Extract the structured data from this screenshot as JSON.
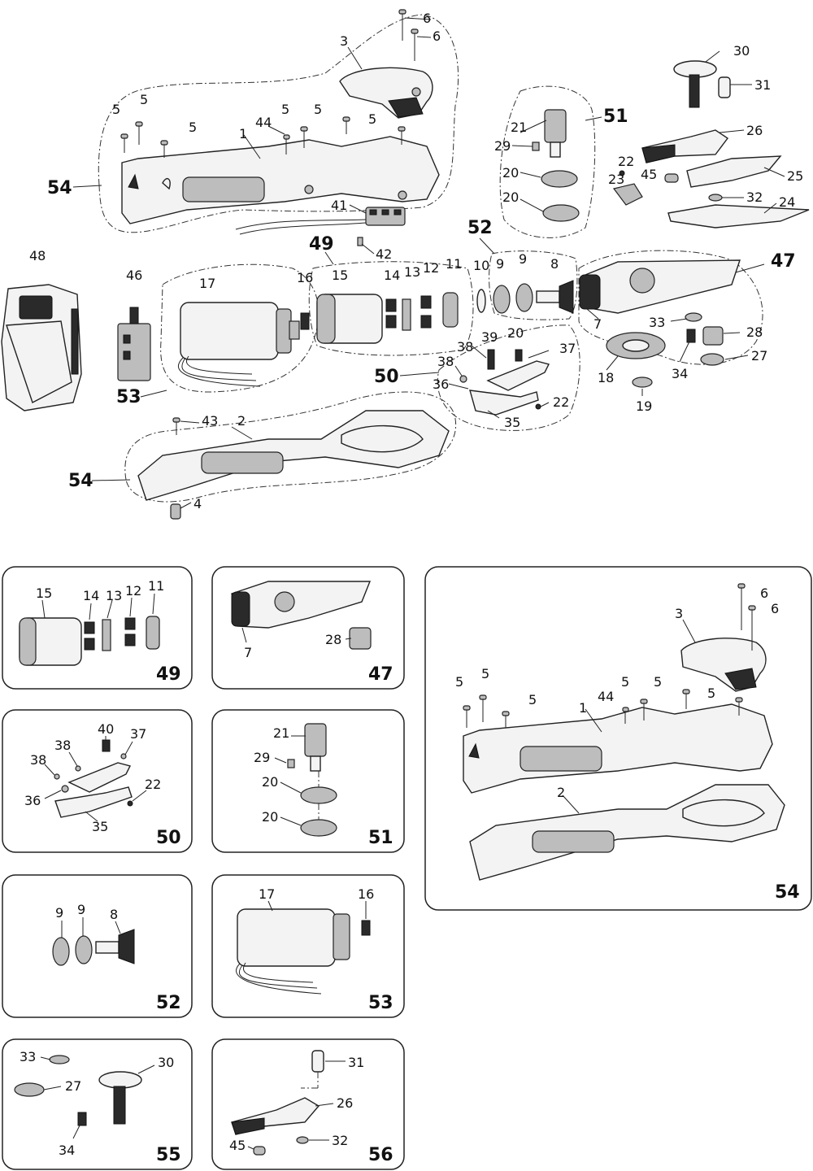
{
  "exploded_view": {
    "part_numbers": {
      "p1": "1",
      "p2": "2",
      "p3": "3",
      "p4": "4",
      "p5": "5",
      "p6": "6",
      "p7": "7",
      "p8": "8",
      "p9": "9",
      "p10": "10",
      "p11": "11",
      "p12": "12",
      "p13": "13",
      "p14": "14",
      "p15": "15",
      "p16": "16",
      "p17": "17",
      "p18": "18",
      "p19": "19",
      "p20": "20",
      "p21": "21",
      "p22": "22",
      "p23": "23",
      "p24": "24",
      "p25": "25",
      "p26": "26",
      "p27": "27",
      "p28": "28",
      "p29": "29",
      "p30": "30",
      "p31": "31",
      "p32": "32",
      "p33": "33",
      "p34": "34",
      "p35": "35",
      "p36": "36",
      "p37": "37",
      "p38": "38",
      "p39": "39",
      "p40": "40",
      "p41": "41",
      "p42": "42",
      "p43": "43",
      "p44": "44",
      "p45": "45",
      "p46": "46",
      "p48": "48"
    },
    "assembly_numbers": {
      "a47": "47",
      "a49": "49",
      "a50": "50",
      "a51": "51",
      "a52": "52",
      "a53": "53",
      "a54": "54"
    }
  },
  "detail_panels": {
    "panel_49": {
      "id": "49"
    },
    "panel_47": {
      "id": "47"
    },
    "panel_54": {
      "id": "54"
    },
    "panel_50": {
      "id": "50"
    },
    "panel_51": {
      "id": "51"
    },
    "panel_52": {
      "id": "52"
    },
    "panel_53": {
      "id": "53"
    },
    "panel_55": {
      "id": "55"
    },
    "panel_56": {
      "id": "56"
    }
  }
}
